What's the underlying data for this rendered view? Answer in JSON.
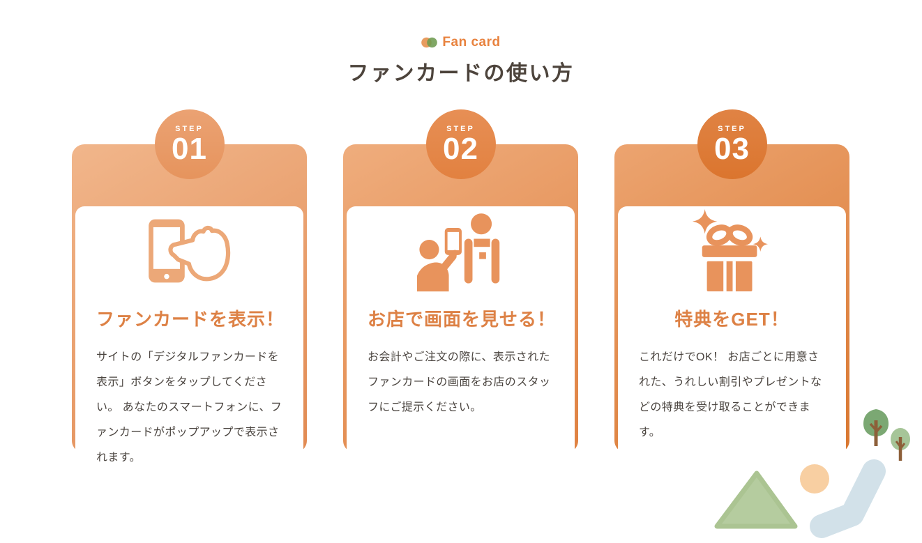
{
  "page": {
    "background": "#ffffff",
    "accent_orange": "#e0863f",
    "title_color": "#4d443c",
    "body_text_color": "#4a443f"
  },
  "header": {
    "brand_label": "Fan card",
    "brand_color": "#e8823e",
    "brand_icon": "overlapping-circles-icon",
    "brand_icon_colors": [
      "#e89c5f",
      "#6e9b50"
    ],
    "title": "ファンカードの使い方"
  },
  "steps": [
    {
      "step_label": "STEP",
      "step_number": "01",
      "badge_color": "#e6945d",
      "icon": "phone-tap-icon",
      "heading": "ファンカードを表示！",
      "body": "サイトの「デジタルファンカードを表示」ボタンをタップしてください。 あなたのスマートフォンに、ファンカードがポップアップで表示されます。"
    },
    {
      "step_label": "STEP",
      "step_number": "02",
      "badge_color": "#e28140",
      "icon": "show-screen-to-staff-icon",
      "heading": "お店で画面を見せる！",
      "body": "お会計やご注文の際に、表示されたファンカードの画面をお店のスタッフにご提示ください。"
    },
    {
      "step_label": "STEP",
      "step_number": "03",
      "badge_color": "#db752e",
      "icon": "gift-sparkle-icon",
      "heading": "特典をGET！",
      "body": "これだけでOK！ お店ごとに用意された、うれしい割引やプレゼントなどの特典を受け取ることができます。"
    }
  ],
  "decorations": {
    "items": [
      {
        "name": "tree-large",
        "color": "#7ba873",
        "trunk_color": "#8d5f39"
      },
      {
        "name": "tree-small",
        "color": "#a6c598",
        "trunk_color": "#8d5f39"
      },
      {
        "name": "mountain-triangle",
        "color": "#b5cc9f"
      },
      {
        "name": "sun-circle",
        "color": "#f8cfa2"
      },
      {
        "name": "river-band",
        "color": "#d2e1e9"
      }
    ]
  }
}
